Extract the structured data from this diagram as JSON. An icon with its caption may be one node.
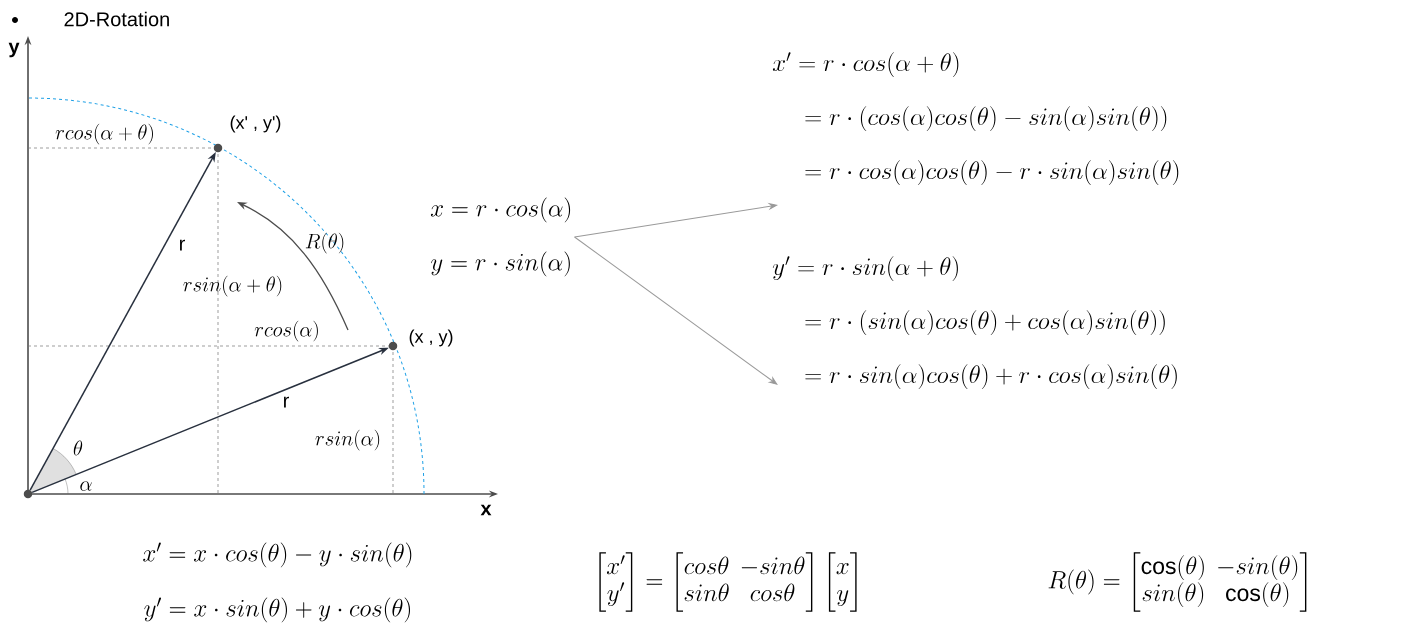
{
  "diagram": {
    "title": "2D-Rotation",
    "nodes": [
      {
        "text": [],
        "shape": "circle"
      },
      {
        "text": [],
        "shape": "circle",
        "beside": [
          "(x , y)"
        ]
      },
      {
        "text": [],
        "shape": "circle",
        "beside": [
          "(x' , y')"
        ]
      },
      {
        "text": [
          "x = r\\cdot cos(\\alpha)",
          "y = r\\cdot sin(\\alpha)"
        ]
      },
      {
        "text": [
          "x' = r\\cdot cos(\\alpha + \\theta)",
          "= r\\cdot (cos(\\alpha)cos(\\theta) - sin(\\alpha)sin(\\theta))",
          "= r\\cdot cos(\\alpha)cos(\\theta) - r\\cdot sin(\\alpha)sin(\\theta)"
        ]
      },
      {
        "text": [
          "y' = r\\cdot sin(\\alpha + \\theta)",
          "= r\\cdot (sin(\\alpha)cos(\\theta) + cos(\\alpha)sin(\\theta))",
          "= r\\cdot sin(\\alpha)cos(\\theta) + r\\cdot cos(\\alpha)sin(\\theta)"
        ]
      }
    ],
    "edges": [
      {
        "from": 0,
        "to": 1,
        "arrow": "to",
        "label": "r"
      },
      {
        "from": 0,
        "to": 2,
        "arrow": "to",
        "label": "r"
      },
      {
        "from": 3,
        "to": 4,
        "arrow": "to",
        "color": "#999999"
      },
      {
        "from": 3,
        "to": 5,
        "arrow": "to",
        "color": "#999999"
      }
    ],
    "labels": [
      "y",
      "rcos(\\alpha + \\theta)",
      "rsin(\\alpha + \\theta)",
      "R(\\theta)",
      "rcos(\\alpha)",
      "rsin(\\alpha)",
      "\\theta",
      "\\alpha",
      "x",
      "x' = x\\cdot cos(\\theta) - y\\cdot sin(\\theta)",
      "y' = x\\cdot sin(\\theta) + y\\cdot cos(\\theta)",
      "\\begin{bmatrix} x' \\\\ y' \\end{bmatrix} = \\begin{bmatrix} cos\\theta & -sin\\theta \\\\ sin\\theta & cos\\theta \\end{bmatrix} \\begin{bmatrix} x \\\\ y \\end{bmatrix}",
      "R(\\theta) = \\begin{bmatrix} \\cos(\\theta) & -sin(\\theta) \\\\ sin(\\theta) & \\cos(\\theta) \\end{bmatrix}"
    ]
  }
}
